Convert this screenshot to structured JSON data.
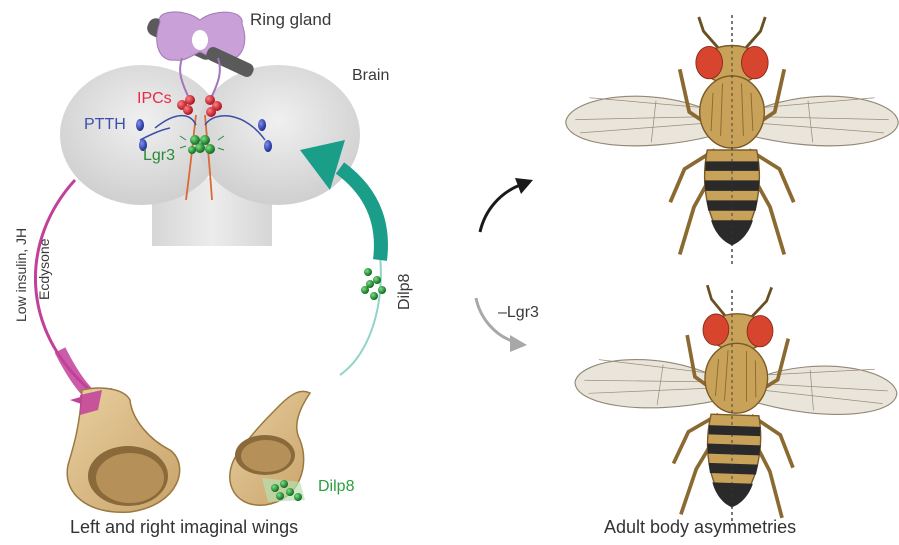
{
  "labels": {
    "ring_gland": "Ring gland",
    "brain": "Brain",
    "ipcs": "IPCs",
    "ptth": "PTTH",
    "lgr3": "Lgr3",
    "low_insulin": "Low insulin, JH",
    "ecdysone": "Ecdysone",
    "dilp8_vertical": "Dilp8",
    "dilp8_wing": "Dilp8",
    "minus_lgr3": "–Lgr3",
    "caption_left": "Left and right imaginal wings",
    "caption_right": "Adult body asymmetries"
  },
  "colors": {
    "ipcs": "#e8294a",
    "ptth": "#3b4ea8",
    "lgr3": "#2a8a3a",
    "dilp8": "#2aa040",
    "teal_arrow": "#1a9e8a",
    "magenta_arrow": "#c2409a",
    "ring_gland": "#c9a0d8",
    "brain": "#d9d9d9",
    "fly_body": "#c9a25a",
    "fly_eye": "#d8452e"
  }
}
